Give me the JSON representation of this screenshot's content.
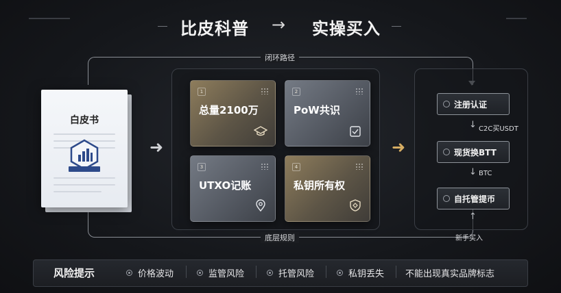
{
  "header": {
    "left_text": "比皮科普",
    "arrow": "→",
    "right_text": "实操买入"
  },
  "loop": {
    "top_label": "闭环路径",
    "bottom_label": "底层规则"
  },
  "document": {
    "title": "白皮书",
    "icon": "chart-bars-icon"
  },
  "cards": [
    {
      "num": "1",
      "title": "总量2100万",
      "style": "gold",
      "icon": "graduation-cap-icon"
    },
    {
      "num": "2",
      "title": "PoW共识",
      "style": "gray",
      "icon": "check-box-icon"
    },
    {
      "num": "3",
      "title": "UTXO记账",
      "style": "gray",
      "icon": "location-pin-icon"
    },
    {
      "num": "4",
      "title": "私钥所有权",
      "style": "gold",
      "icon": "shield-key-icon"
    }
  ],
  "steps": {
    "step1": "注册认证",
    "label1": "C2C买USDT",
    "step2": "现货换BTT",
    "label2": "BTC",
    "step3": "自托管提币",
    "label3": "新手买入"
  },
  "risk": {
    "title": "风险提示",
    "items": [
      "价格波动",
      "监管风险",
      "托管风险",
      "私钥丢失"
    ],
    "note": "不能出现真实品牌标志"
  },
  "colors": {
    "background": "#15171b",
    "gold_accent": "#d6ad63",
    "card_gold": "#8e7d5c",
    "card_gray": "#747a84"
  }
}
